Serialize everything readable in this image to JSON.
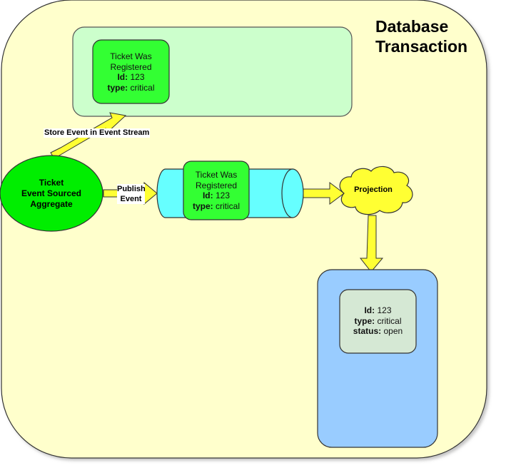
{
  "title": "Database Transaction",
  "title_lines": [
    "Database",
    "Transaction"
  ],
  "colors": {
    "transaction_bg": "#FFFFCC",
    "event_stream_bg": "#CCFFCC",
    "event_card": "#33FF33",
    "aggregate": "#00EE00",
    "queue": "#66FFFF",
    "projection": "#FFFF33",
    "arrow": "#FFFF33",
    "read_model_bg": "#99CCFF",
    "read_model_card": "#D5E8D4"
  },
  "event_stream": {
    "event": {
      "line1": "Ticket Was",
      "line2": "Registered",
      "id_label": "Id:",
      "id_value": "123",
      "type_label": "type:",
      "type_value": "critical"
    }
  },
  "store_arrow": {
    "label": "Store Event in Event Stream"
  },
  "aggregate": {
    "line1": "Ticket",
    "line2": "Event Sourced",
    "line3": "Aggregate"
  },
  "publish_arrow": {
    "line1": "Publish",
    "line2": "Event"
  },
  "queue": {
    "event": {
      "line1": "Ticket Was",
      "line2": "Registered",
      "id_label": "Id:",
      "id_value": "123",
      "type_label": "type:",
      "type_value": "critical"
    }
  },
  "projection": {
    "label": "Projection"
  },
  "read_model": {
    "record": {
      "id_label": "Id:",
      "id_value": "123",
      "type_label": "type:",
      "type_value": "critical",
      "status_label": "status:",
      "status_value": "open"
    }
  }
}
